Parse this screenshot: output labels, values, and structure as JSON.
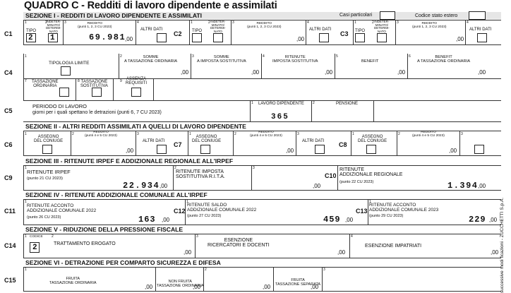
{
  "title": "QUADRO C - Redditi di lavoro dipendente e assimilati",
  "sections": {
    "s1": "SEZIONE I - REDDITI DI LAVORO DIPENDENTE E ASSIMILATI",
    "s2": "SEZIONE II - ALTRI REDDITI ASSIMILATI A QUELLI DI LAVORO DIPENDENTE",
    "s3": "SEZIONE III - RITENUTE IRPEF E ADDIZIONALE REGIONALE ALL'IRPEF",
    "s4": "SEZIONE IV - RITENUTE ADDIZIONALE COMUNALE ALL'IRPEF",
    "s5": "SEZIONE V - RIDUZIONE DELLA PRESSIONE FISCALE",
    "s6": "SEZIONE VI - DETRAZIONE PER COMPARTO SICUREZZA E DIFESA"
  },
  "header": {
    "casi": "Casi particolari",
    "codice": "Codice stato estero"
  },
  "rows": {
    "c1": "C1",
    "c2": "C2",
    "c3": "C3",
    "c4": "C4",
    "c5": "C5",
    "c6": "C6",
    "c7": "C7",
    "c8": "C8",
    "c9": "C9",
    "c10": "C10",
    "c11": "C11",
    "c12": "C12",
    "c13": "C13",
    "c14": "C14",
    "c15": "C15"
  },
  "labels": {
    "tipo": "TIPO",
    "indeterminato": "INDETER-\nMINATO/\nDETERMI-\nNATO",
    "reddito": "REDDITO\n(punti 1, 2, 3 CU 2023)",
    "altri": "ALTRI DATI",
    "tip_lim": "TIPOLOGIA LIMITE",
    "somme_ord": "SOMME\nA TASSAZIONE ORDINARIA",
    "somme_sost": "SOMME\nA IMPOSTA SOSTITUTIVA",
    "rit_sost": "RITENUTE\nIMPOSTA SOSTITUTIVA",
    "benefit": "BENEFIT",
    "benefit_ord": "BENEFIT\nA TASSAZIONE ORDINARIA",
    "tass_ord": "TASSAZIONE\nORDINARIA",
    "tass_sost": "TASSAZIONE\nSOSTITUTIVA",
    "assenza": "ASSENZA\nREQUISITI",
    "periodo": "PERIODO DI LAVORO",
    "periodo_sub": "giorni per i quali spettano le detrazioni (punti 6, 7 CU 2023)",
    "lav_dip": "LAVORO DIPENDENTE",
    "pensione": "PENSIONE",
    "assegno": "ASSEGNO\nDEL CONIUGE",
    "reddito2": "REDDITO\n(punti 4 e 5 CU 2023)",
    "rit_irpef": "RITENUTE IRPEF",
    "rit_irpef_sub": "(punto 21 CU 2023)",
    "rit_imp_sost": "RITENUTE IMPOSTA\nSOSTITUTIVA R.I.T.A.",
    "rit_add_reg": "RITENUTE\nADDIZIONALE REGIONALE",
    "rit_add_reg_sub": "(punto 22 CU 2023)",
    "acc_2022": "RITENUTE ACCONTO\nADDIZIONALE COMUNALE 2022",
    "acc_2022_sub": "(punto 26 CU 2023)",
    "saldo_2022": "RITENUTE SALDO\nADDIZIONALE COMUNALE 2022",
    "saldo_2022_sub": "(punto 27 CU 2023)",
    "acc_2023": "RITENUTE ACCONTO\nADDIZIONALE COMUNALE 2023",
    "acc_2023_sub": "(punto 29 CU 2023)",
    "codice": "CODICE",
    "tratt": "TRATTAMENTO EROGATO",
    "esenz_ric": "ESENZIONE\nRICERCATORI E DOCENTI",
    "esenz_imp": "ESENZIONE IMPATRIATI",
    "fruita_ord": "FRUITA\nTASSAZIONE ORDINARIA",
    "non_fruita": "NON FRUITA\nTASSAZIONE ORDINARIA",
    "fruita_sep": "FRUITA\nTASSAZIONE SEPARATA"
  },
  "values": {
    "c1_tipo": "2",
    "c1_ind": "1",
    "c1_reddito": "69.981",
    "c5_lav": "365",
    "c9_rit": "22.934",
    "c10_rit": "1.394",
    "c11_val": "163",
    "c12_val": "459",
    "c13_val": "229",
    "c14_codice": "2"
  },
  "zero": ",00",
  "side_text": "successive modi ficazioni - ZUCCHETTI S.p.A."
}
